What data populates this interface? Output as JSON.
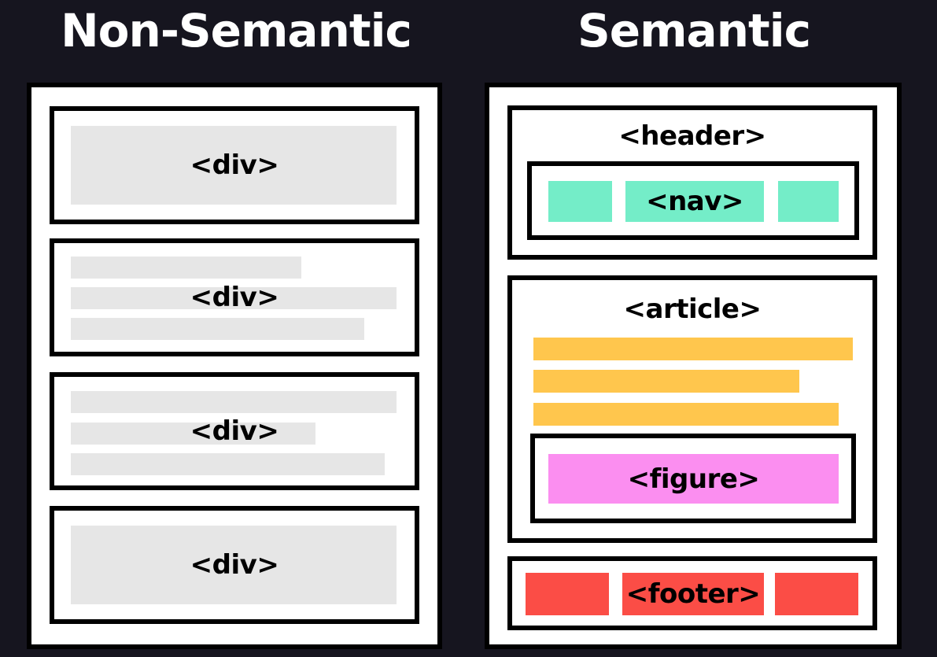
{
  "titles": {
    "left": "Non-Semantic",
    "right": "Semantic"
  },
  "left_panel": {
    "boxes": [
      "<div>",
      "<div>",
      "<div>",
      "<div>"
    ]
  },
  "right_panel": {
    "header": {
      "label": "<header>",
      "nav_label": "<nav>"
    },
    "article": {
      "label": "<article>",
      "figure_label": "<figure>"
    },
    "footer": {
      "label": "<footer>"
    }
  },
  "colors": {
    "background": "#16151f",
    "placeholder_gray": "#e6e6e6",
    "nav_green": "#74edc8",
    "article_yellow": "#ffc64d",
    "figure_pink": "#fb8ef0",
    "footer_red": "#fb4d46"
  }
}
